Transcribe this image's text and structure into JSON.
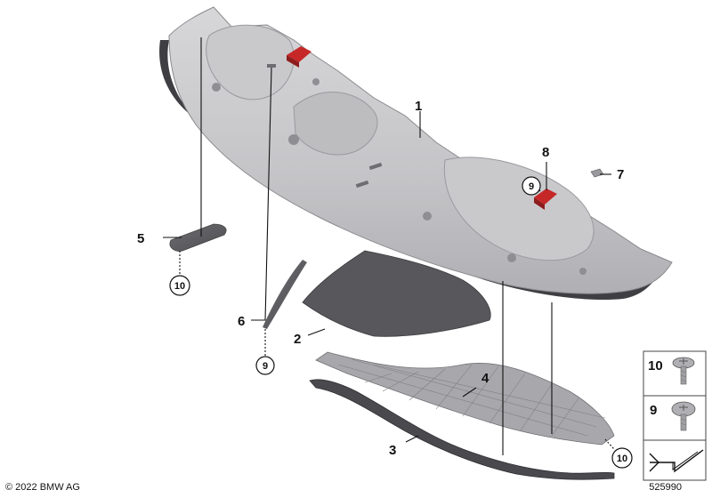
{
  "callouts": {
    "c1": "1",
    "c2": "2",
    "c3": "3",
    "c4": "4",
    "c5": "5",
    "c6": "6",
    "c7": "7",
    "c8": "8",
    "c9a": "9",
    "c9b": "9",
    "c10a": "10",
    "c10b": "10"
  },
  "legend": {
    "item_10": "10",
    "item_9": "9"
  },
  "footer": {
    "copyright": "© 2022 BMW AG",
    "diagram_id": "525990"
  }
}
